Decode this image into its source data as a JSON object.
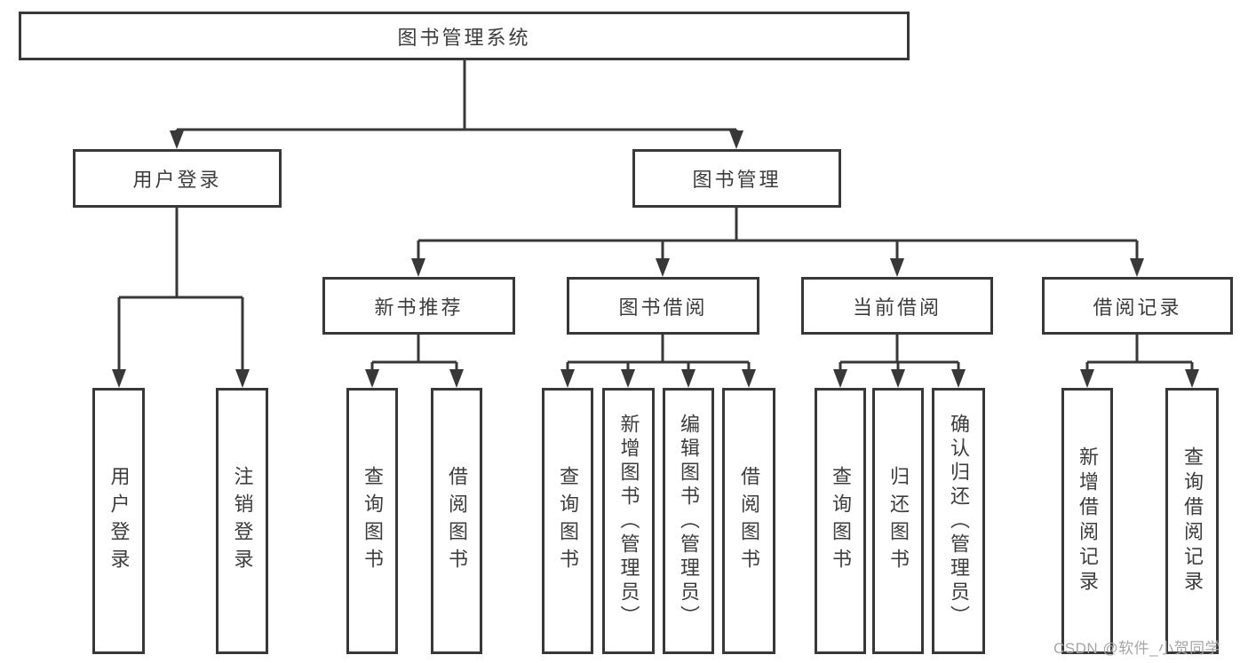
{
  "diagram": {
    "root": {
      "label": "图书管理系统"
    },
    "login": {
      "label": "用户登录",
      "children": [
        "用户登录",
        "注销登录"
      ]
    },
    "management": {
      "label": "图书管理",
      "modules": [
        {
          "label": "新书推荐",
          "children": [
            "查询图书",
            "借阅图书"
          ]
        },
        {
          "label": "图书借阅",
          "children": [
            "查询图书",
            "新增图书（管理员）",
            "编辑图书（管理员）",
            "借阅图书"
          ]
        },
        {
          "label": "当前借阅",
          "children": [
            "查询图书",
            "归还图书",
            "确认归还（管理员）"
          ]
        },
        {
          "label": "借阅记录",
          "children": [
            "新增借阅记录",
            "查询借阅记录"
          ]
        }
      ]
    },
    "watermark": "CSDN @软件_小贺同学",
    "colors": {
      "line": "#383838",
      "text": "#3d3d3d",
      "watermark": "#a6a6a6",
      "background": "#ffffff"
    }
  }
}
